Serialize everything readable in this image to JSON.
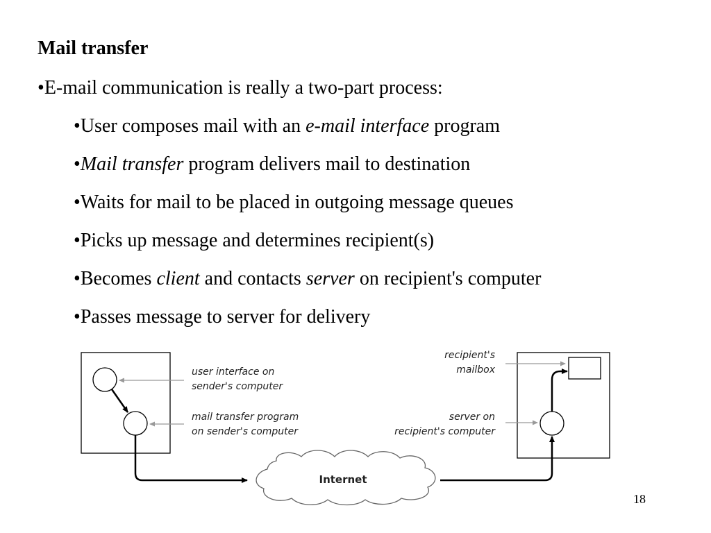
{
  "slide": {
    "title": "Mail transfer",
    "bullets": [
      {
        "level": 1,
        "parts": [
          {
            "text": "E-mail communication is really a two-part process:",
            "italic": false
          }
        ]
      },
      {
        "level": 2,
        "parts": [
          {
            "text": "User composes mail with an ",
            "italic": false
          },
          {
            "text": "e-mail interface",
            "italic": true
          },
          {
            "text": " program",
            "italic": false
          }
        ]
      },
      {
        "level": 2,
        "parts": [
          {
            "text": "Mail transfer",
            "italic": true
          },
          {
            "text": " program delivers mail to destination",
            "italic": false
          }
        ]
      },
      {
        "level": 2,
        "parts": [
          {
            "text": "Waits for mail to be placed in outgoing message queues",
            "italic": false
          }
        ]
      },
      {
        "level": 2,
        "parts": [
          {
            "text": "Picks up message and determines recipient(s)",
            "italic": false
          }
        ]
      },
      {
        "level": 2,
        "parts": [
          {
            "text": "Becomes ",
            "italic": false
          },
          {
            "text": "client",
            "italic": true
          },
          {
            "text": " and contacts ",
            "italic": false
          },
          {
            "text": "server",
            "italic": true
          },
          {
            "text": " on recipient's computer",
            "italic": false
          }
        ]
      },
      {
        "level": 2,
        "parts": [
          {
            "text": "Passes message to server for delivery",
            "italic": false
          }
        ]
      }
    ],
    "bullet_glyph": "•",
    "page_number": "18"
  },
  "diagram": {
    "labels": {
      "user_interface_line1": "user interface on",
      "user_interface_line2": "sender's computer",
      "mail_transfer_line1": "mail transfer program",
      "mail_transfer_line2": "on sender's computer",
      "recipient_mailbox_line1": "recipient's",
      "recipient_mailbox_line2": "mailbox",
      "server_line1": "server on",
      "server_line2": "recipient's computer",
      "internet": "Internet"
    },
    "colors": {
      "line": "#000000",
      "pointer": "#999999",
      "cloud": "#666666"
    }
  }
}
